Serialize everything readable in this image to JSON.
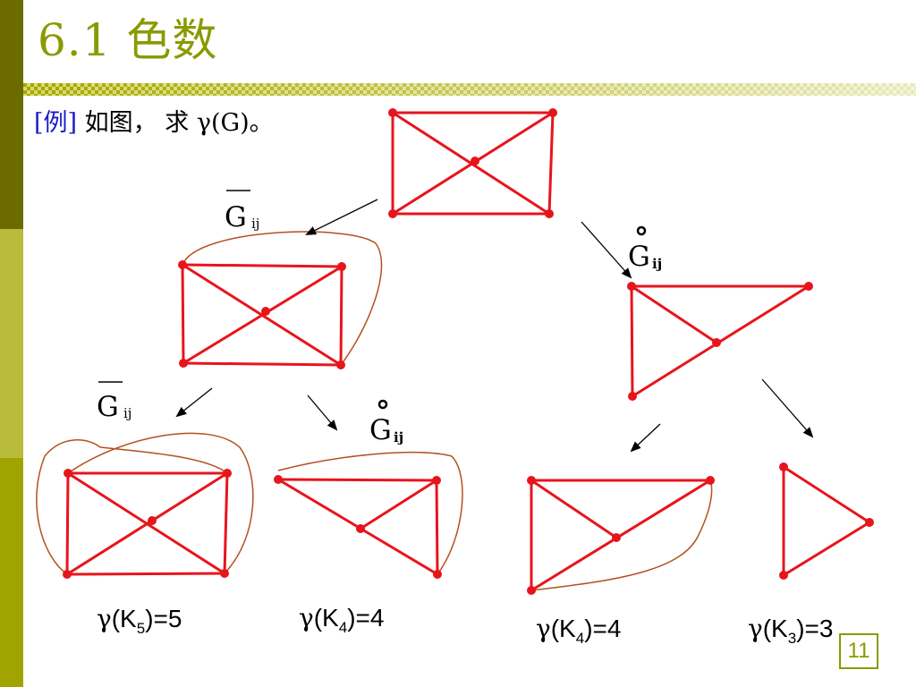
{
  "title": "6.1 色数",
  "example": {
    "tag": "[例]",
    "text": " 如图， 求 ",
    "formula": "γ(G)。"
  },
  "labels": {
    "gbar_1_main": "G",
    "gbar_1_sub": "ij",
    "gcirc_1_main": "G",
    "gcirc_1_sub": "ij",
    "gbar_2_main": "G",
    "gbar_2_sub": "ij",
    "gcirc_2_main": "G",
    "gcirc_2_sub": "ij"
  },
  "results": [
    {
      "gamma": "γ",
      "pre": "(K",
      "sub": "5",
      "post": ")=5"
    },
    {
      "gamma": "γ",
      "pre": "(K",
      "sub": "4",
      "post": ")=4"
    },
    {
      "gamma": "γ",
      "pre": "(K",
      "sub": "4",
      "post": ")=4"
    },
    {
      "gamma": "γ",
      "pre": "(K",
      "sub": "3",
      "post": ")=3"
    }
  ],
  "page_number": "11",
  "colors": {
    "edge": "#e8141c",
    "vertex": "#e8141c",
    "loop": "#b5501e",
    "accent": "#8a9a00",
    "sidebar_dark": "#6b6b00",
    "sidebar_light": "#a3a62a"
  }
}
